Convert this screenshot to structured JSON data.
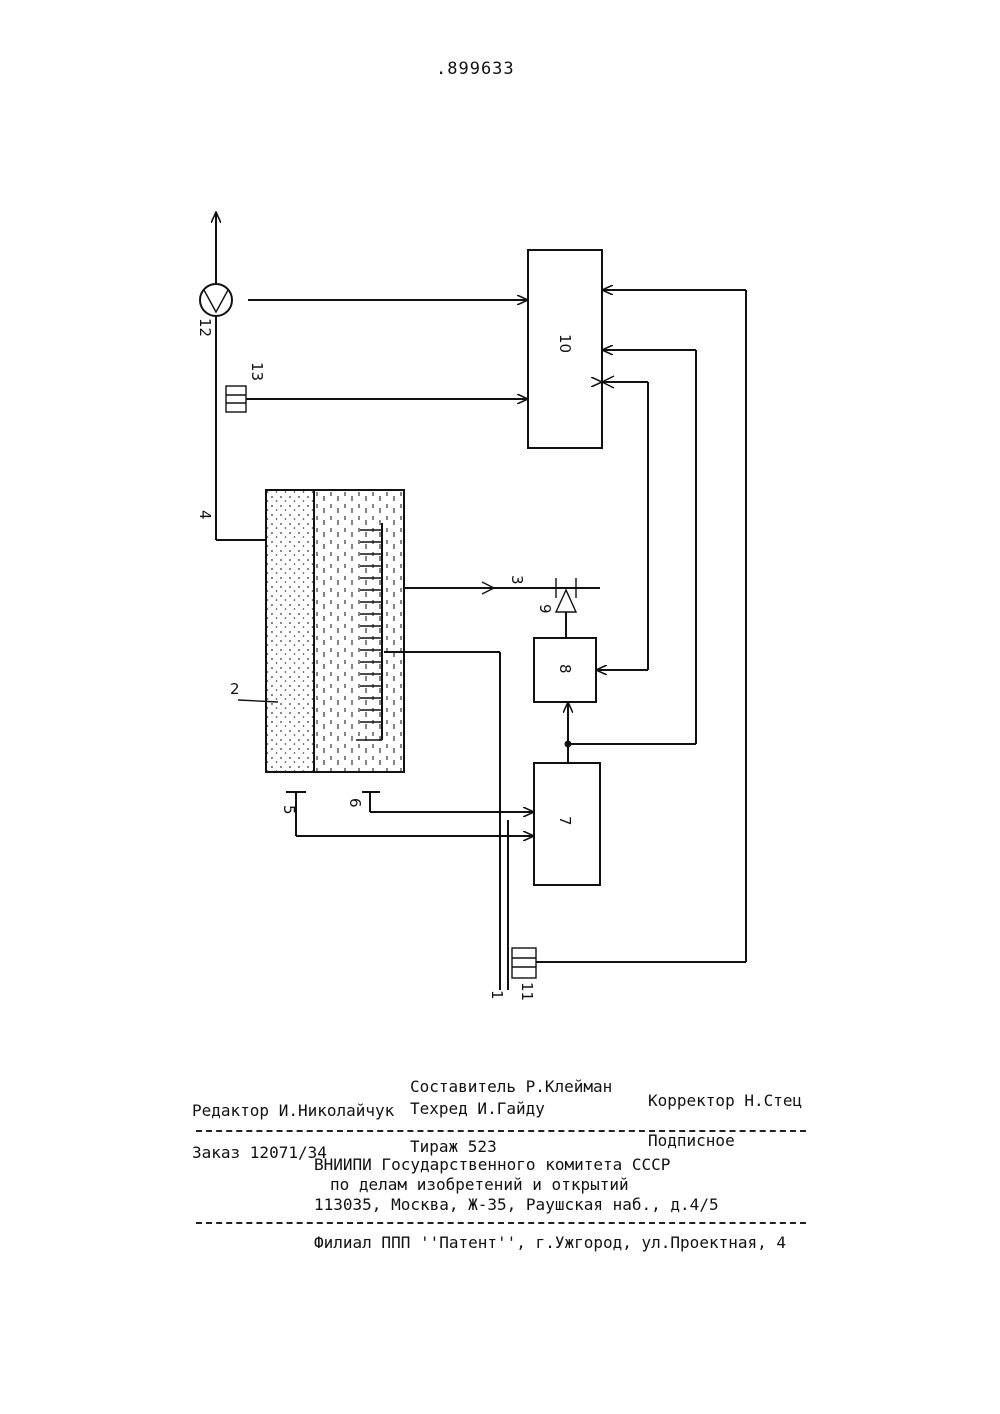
{
  "header": {
    "patent_number": ".899633"
  },
  "diagram": {
    "labels": {
      "l1": "1",
      "l2": "2",
      "l3": "3",
      "l4": "4",
      "l5": "5",
      "l6": "6",
      "l7": "7",
      "l8": "8",
      "l9": "9",
      "l10": "10",
      "l11": "11",
      "l12": "12",
      "l13": "13"
    }
  },
  "colophon": {
    "sostavitel": "Составитель Р.Клейман",
    "redaktor": "Редактор И.Николайчук",
    "tehred": "Техред И.Гайду",
    "korrektor": "Корректор Н.Стец",
    "zakaz": "Заказ 12071/34",
    "tirazh": "Тираж 523",
    "podpisnoe": "Подписное",
    "vniipi": "ВНИИПИ Государственного комитета СССР",
    "po_delam": "по делам изобретений и открытий",
    "address": "113035, Москва, Ж-35, Раушская наб., д.4/5",
    "filial": "Филиал ППП ''Патент'', г.Ужгород, ул.Проектная, 4"
  }
}
